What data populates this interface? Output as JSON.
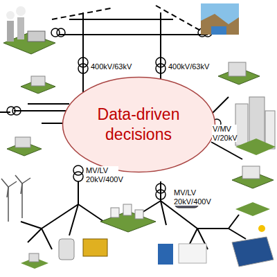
{
  "diagram": {
    "nodes": [
      {
        "text": [
          "Data-driven decisions"
        ]
      }
    ],
    "labels": [
      "400kV/63kV",
      "400kV/63kV",
      "V/MV V/20kV",
      "MV/LV 20kV/400V",
      "MV/LV 20kV/400V"
    ]
  }
}
